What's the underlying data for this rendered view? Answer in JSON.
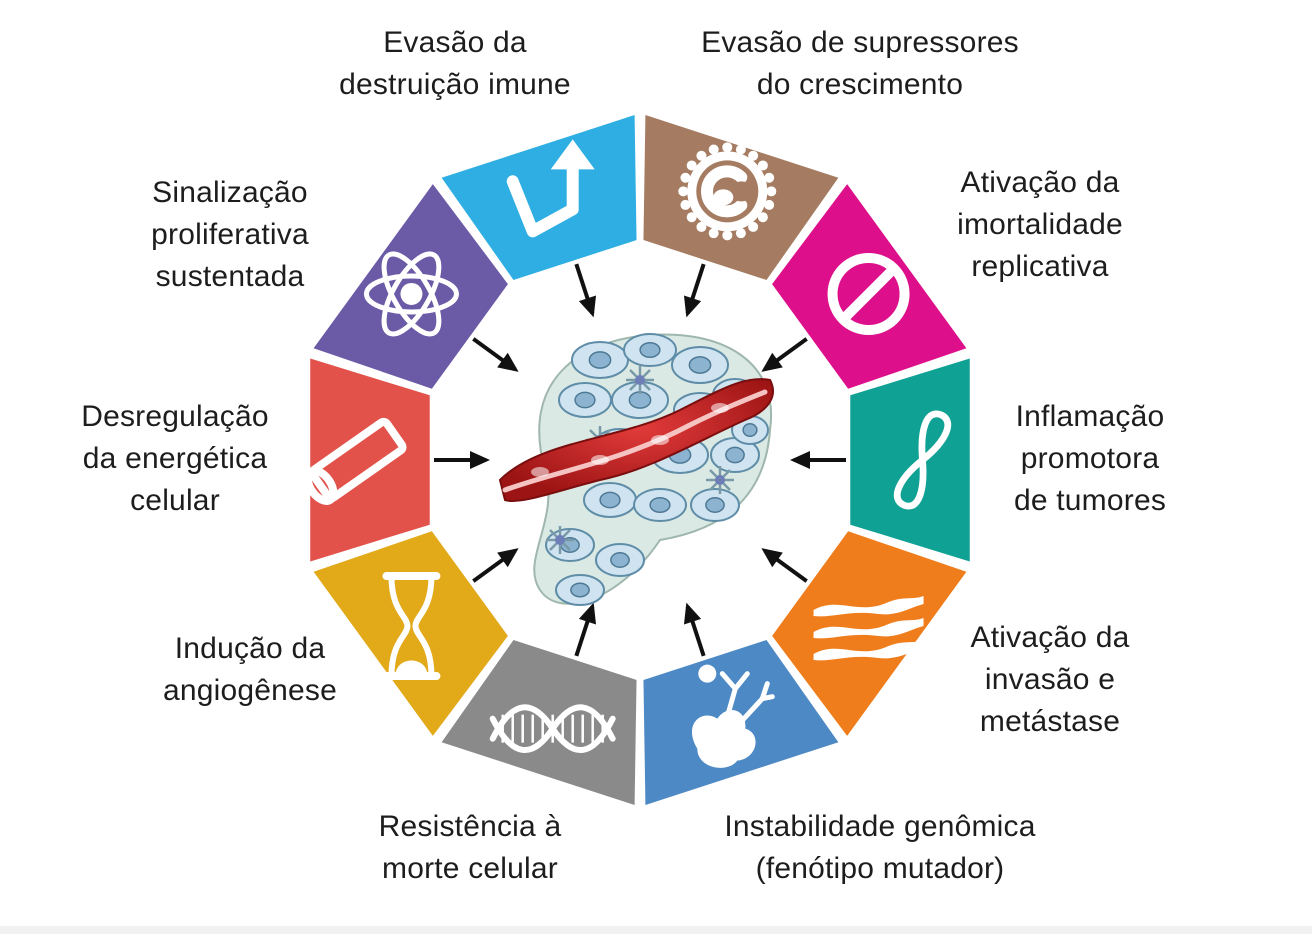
{
  "hallmarks": [
    {
      "id": "immune",
      "color": "#a57c62",
      "icon": "immune-cell-icon",
      "lines": [
        "Evasão da",
        "destruição imune"
      ]
    },
    {
      "id": "suppressors",
      "color": "#de0f8a",
      "icon": "prohibited-sign-icon",
      "lines": [
        "Evasão de supressores",
        "do crescimento"
      ]
    },
    {
      "id": "immortality",
      "color": "#10a195",
      "icon": "infinity-icon",
      "lines": [
        "Ativação da",
        "imortalidade",
        "replicativa"
      ]
    },
    {
      "id": "inflammation",
      "color": "#f07d1c",
      "icon": "flames-icon",
      "lines": [
        "Inflamação",
        "promotora",
        "de tumores"
      ]
    },
    {
      "id": "invasion",
      "color": "#4d89c5",
      "icon": "invading-cell-icon",
      "lines": [
        "Ativação da",
        "invasão e",
        "metástase"
      ]
    },
    {
      "id": "genomic",
      "color": "#8a8a8a",
      "icon": "dna-helix-icon",
      "lines": [
        "Instabilidade genômica",
        "(fenótipo mutador)"
      ]
    },
    {
      "id": "death",
      "color": "#e2a919",
      "icon": "hourglass-icon",
      "lines": [
        "Resistência à",
        "morte celular"
      ]
    },
    {
      "id": "angiogenesis",
      "color": "#e2514a",
      "icon": "blood-vessel-icon",
      "lines": [
        "Indução da",
        "angiogênese"
      ]
    },
    {
      "id": "energetics",
      "color": "#6b5aa6",
      "icon": "atom-icon",
      "lines": [
        "Desregulação",
        "da energética",
        "celular"
      ]
    },
    {
      "id": "proliferation",
      "color": "#2eaee2",
      "icon": "up-arrow-icon",
      "lines": [
        "Sinalização",
        "proliferativa",
        "sustentada"
      ]
    }
  ],
  "center": {
    "icon": "tumor-microenvironment-icon"
  }
}
